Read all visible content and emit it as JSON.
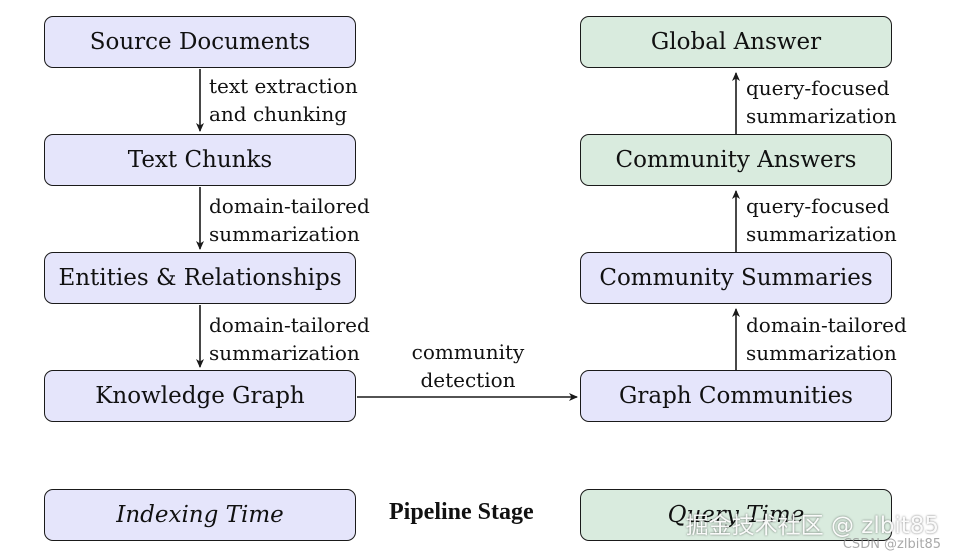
{
  "nodes": {
    "source_documents": "Source Documents",
    "text_chunks": "Text Chunks",
    "entities_relationships": "Entities & Relationships",
    "knowledge_graph": "Knowledge Graph",
    "global_answer": "Global Answer",
    "community_answers": "Community Answers",
    "community_summaries": "Community Summaries",
    "graph_communities": "Graph Communities"
  },
  "edges": {
    "e1": [
      "text extraction",
      "and chunking"
    ],
    "e2": [
      "domain-tailored",
      "summarization"
    ],
    "e3": [
      "domain-tailored",
      "summarization"
    ],
    "e4": [
      "community",
      "detection"
    ],
    "e5": [
      "domain-tailored",
      "summarization"
    ],
    "e6": [
      "query-focused",
      "summarization"
    ],
    "e7": [
      "query-focused",
      "summarization"
    ]
  },
  "legend": {
    "indexing_time": "Indexing Time",
    "pipeline_stage": "Pipeline Stage",
    "query_time": "Query Time"
  },
  "watermark": {
    "main": "掘金技术社区 @ zlbit85",
    "sub": "CSDN @zlbit85"
  },
  "colors": {
    "indexing_fill": "#e5e5fb",
    "query_fill": "#d9ebde",
    "stroke": "#1a1a1a"
  }
}
